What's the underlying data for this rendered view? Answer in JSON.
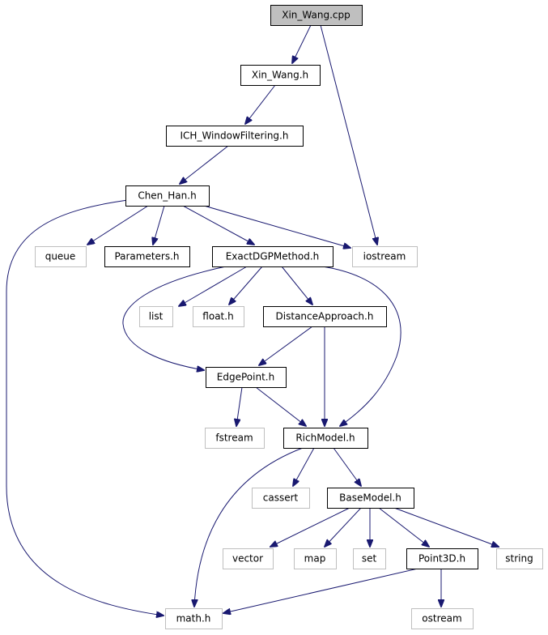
{
  "graph": {
    "nodes": [
      {
        "id": "xin_wang_cpp",
        "label": "Xin_Wang.cpp",
        "style": "root"
      },
      {
        "id": "xin_wang_h",
        "label": "Xin_Wang.h",
        "style": "documented"
      },
      {
        "id": "ich_windowfiltering_h",
        "label": "ICH_WindowFiltering.h",
        "style": "documented"
      },
      {
        "id": "chen_han_h",
        "label": "Chen_Han.h",
        "style": "documented"
      },
      {
        "id": "queue",
        "label": "queue",
        "style": "external"
      },
      {
        "id": "parameters_h",
        "label": "Parameters.h",
        "style": "documented"
      },
      {
        "id": "exactdgpmethod_h",
        "label": "ExactDGPMethod.h",
        "style": "documented"
      },
      {
        "id": "iostream",
        "label": "iostream",
        "style": "external"
      },
      {
        "id": "list",
        "label": "list",
        "style": "external"
      },
      {
        "id": "float_h",
        "label": "float.h",
        "style": "external"
      },
      {
        "id": "distanceapproach_h",
        "label": "DistanceApproach.h",
        "style": "documented"
      },
      {
        "id": "edgepoint_h",
        "label": "EdgePoint.h",
        "style": "documented"
      },
      {
        "id": "fstream",
        "label": "fstream",
        "style": "external"
      },
      {
        "id": "richmodel_h",
        "label": "RichModel.h",
        "style": "documented"
      },
      {
        "id": "cassert",
        "label": "cassert",
        "style": "external"
      },
      {
        "id": "basemodel_h",
        "label": "BaseModel.h",
        "style": "documented"
      },
      {
        "id": "vector",
        "label": "vector",
        "style": "external"
      },
      {
        "id": "map",
        "label": "map",
        "style": "external"
      },
      {
        "id": "set",
        "label": "set",
        "style": "external"
      },
      {
        "id": "point3d_h",
        "label": "Point3D.h",
        "style": "documented"
      },
      {
        "id": "string",
        "label": "string",
        "style": "external"
      },
      {
        "id": "math_h",
        "label": "math.h",
        "style": "external"
      },
      {
        "id": "ostream",
        "label": "ostream",
        "style": "external"
      }
    ],
    "edges": [
      {
        "from": "xin_wang_cpp",
        "to": "xin_wang_h"
      },
      {
        "from": "xin_wang_cpp",
        "to": "iostream"
      },
      {
        "from": "xin_wang_h",
        "to": "ich_windowfiltering_h"
      },
      {
        "from": "ich_windowfiltering_h",
        "to": "chen_han_h"
      },
      {
        "from": "chen_han_h",
        "to": "queue"
      },
      {
        "from": "chen_han_h",
        "to": "parameters_h"
      },
      {
        "from": "chen_han_h",
        "to": "exactdgpmethod_h"
      },
      {
        "from": "chen_han_h",
        "to": "iostream"
      },
      {
        "from": "chen_han_h",
        "to": "math_h"
      },
      {
        "from": "exactdgpmethod_h",
        "to": "list"
      },
      {
        "from": "exactdgpmethod_h",
        "to": "float_h"
      },
      {
        "from": "exactdgpmethod_h",
        "to": "distanceapproach_h"
      },
      {
        "from": "exactdgpmethod_h",
        "to": "edgepoint_h"
      },
      {
        "from": "exactdgpmethod_h",
        "to": "richmodel_h"
      },
      {
        "from": "distanceapproach_h",
        "to": "edgepoint_h"
      },
      {
        "from": "distanceapproach_h",
        "to": "richmodel_h"
      },
      {
        "from": "edgepoint_h",
        "to": "fstream"
      },
      {
        "from": "edgepoint_h",
        "to": "richmodel_h"
      },
      {
        "from": "richmodel_h",
        "to": "cassert"
      },
      {
        "from": "richmodel_h",
        "to": "basemodel_h"
      },
      {
        "from": "richmodel_h",
        "to": "math_h"
      },
      {
        "from": "basemodel_h",
        "to": "vector"
      },
      {
        "from": "basemodel_h",
        "to": "map"
      },
      {
        "from": "basemodel_h",
        "to": "set"
      },
      {
        "from": "basemodel_h",
        "to": "point3d_h"
      },
      {
        "from": "basemodel_h",
        "to": "string"
      },
      {
        "from": "point3d_h",
        "to": "math_h"
      },
      {
        "from": "point3d_h",
        "to": "ostream"
      }
    ],
    "colors": {
      "edge": "#191970",
      "root_fill": "#bfbfbf",
      "root_border": "#000000",
      "documented_fill": "#ffffff",
      "documented_border": "#000000",
      "external_fill": "#ffffff",
      "external_border": "#bfbfbf",
      "text": "#000000"
    }
  }
}
